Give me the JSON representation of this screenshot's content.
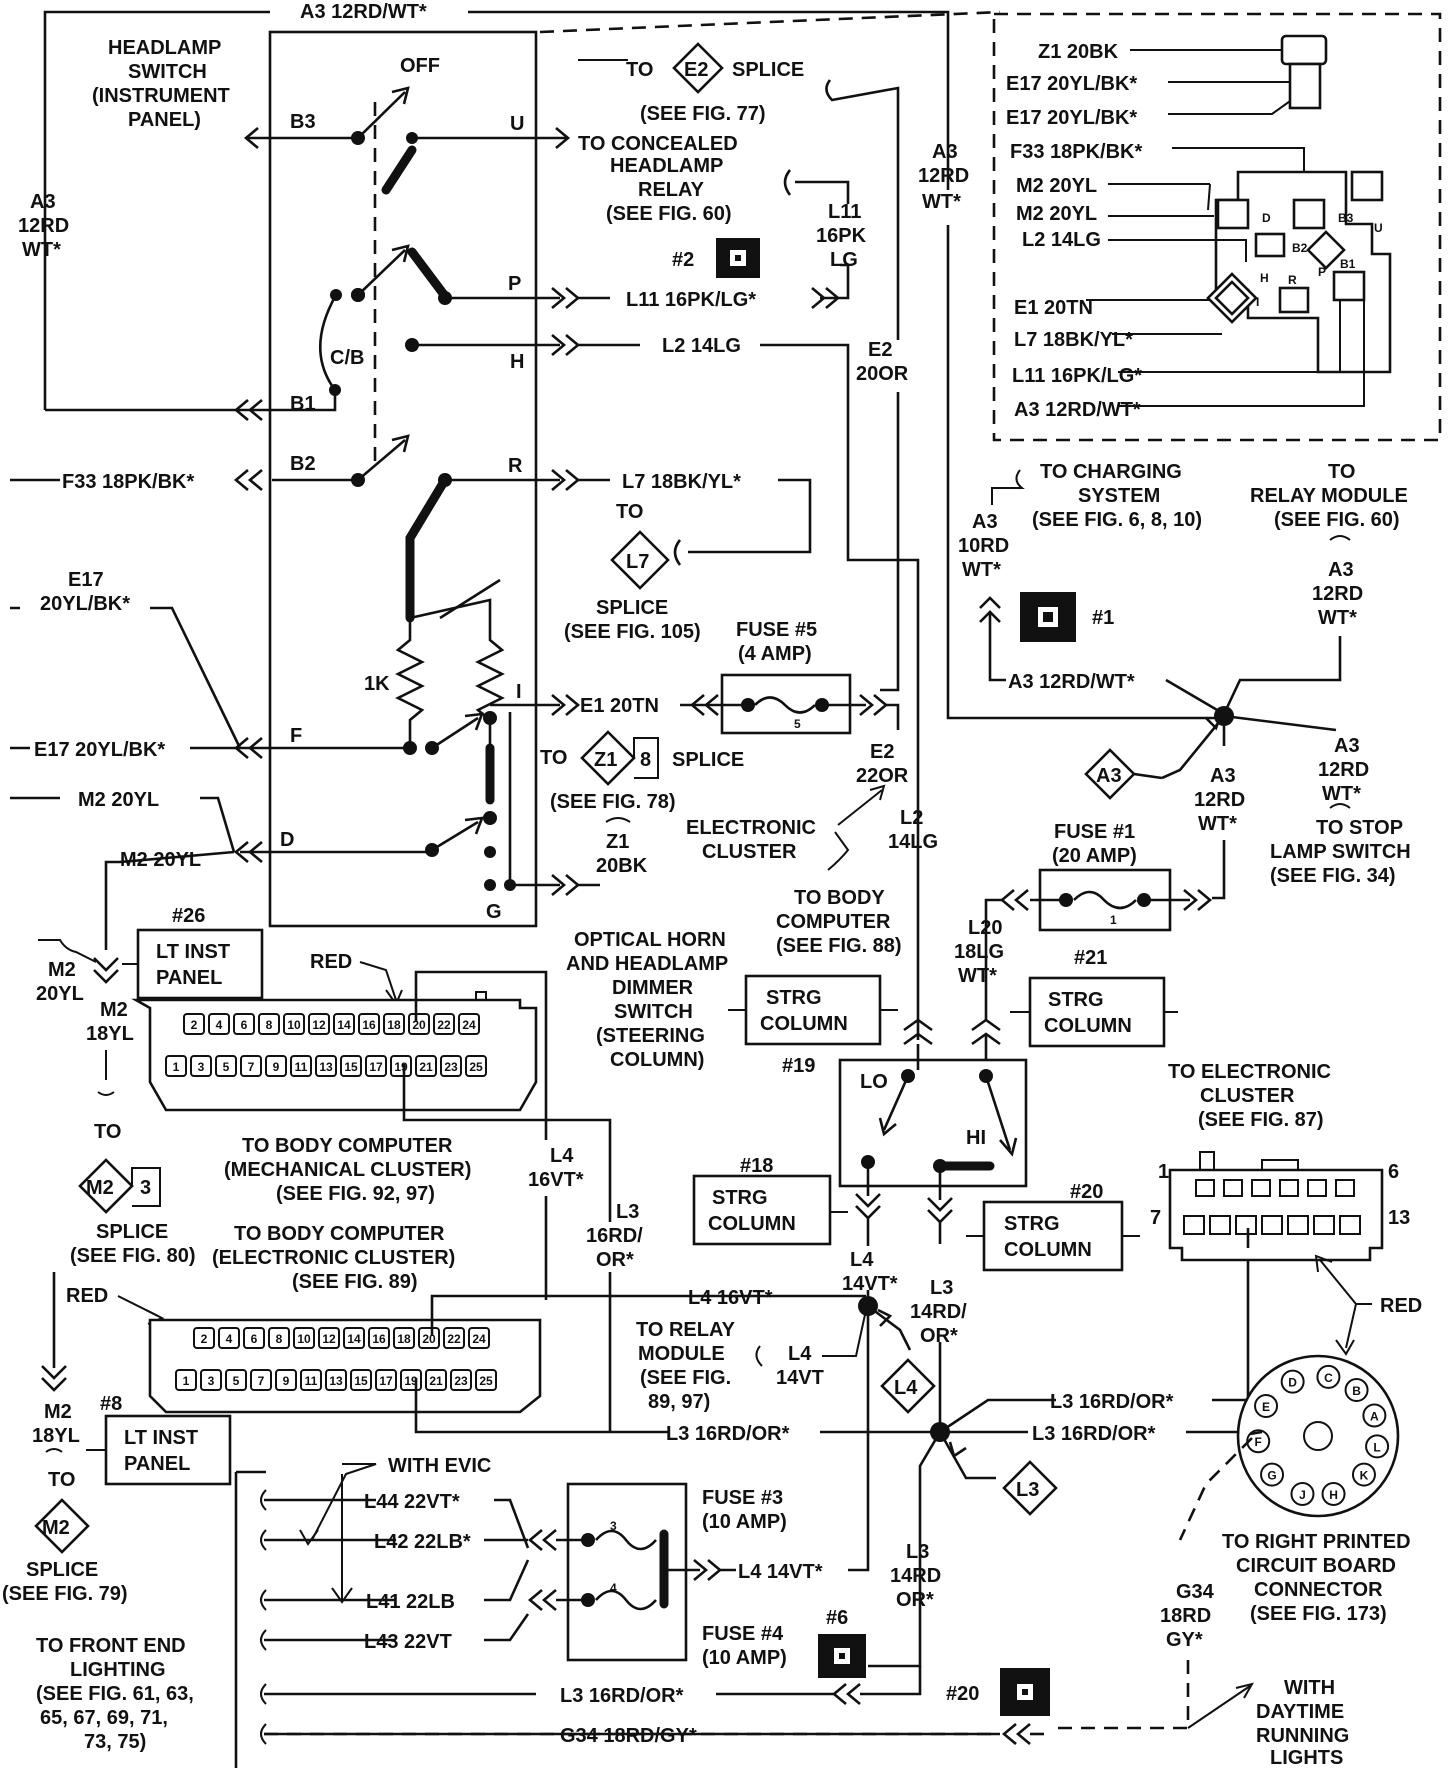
{
  "labels": {
    "a3_top": "A3 12RD/WT*",
    "headlamp_switch": [
      "HEADLAMP",
      "SWITCH",
      "(INSTRUMENT",
      "PANEL)"
    ],
    "a3_left": [
      "A3",
      "12RD",
      "WT*"
    ],
    "off": "OFF",
    "pin_b3": "B3",
    "pin_u": "U",
    "pin_p": "P",
    "pin_h": "H",
    "pin_cb": "C/B",
    "pin_b1": "B1",
    "pin_b2": "B2",
    "pin_r": "R",
    "pin_1k": "1K",
    "pin_i": "I",
    "pin_f": "F",
    "pin_d": "D",
    "pin_g": "G",
    "to_e2_to": "TO",
    "e2_diamond": "E2",
    "splice_word": "SPLICE",
    "see_fig77": "(SEE FIG. 77)",
    "to_concealed": [
      "TO CONCEALED",
      "HEADLAMP",
      "RELAY",
      "(SEE FIG. 60)"
    ],
    "conn2": "#2",
    "l11_right": [
      "L11",
      "16PK",
      "LG"
    ],
    "l11_wire": "L11 16PK/LG*",
    "l2_wire": "L2 14LG",
    "e2_20or": [
      "E2",
      "20OR"
    ],
    "a3_mid": [
      "A3",
      "12RD",
      "WT*"
    ],
    "f33_wire": "F33 18PK/BK*",
    "l7_wire": "L7 18BK/YL*",
    "to_word": "TO",
    "l7_diamond": "L7",
    "splice_fig105": [
      "SPLICE",
      "(SEE FIG. 105)"
    ],
    "e17_left": [
      "E17",
      "20YL/BK*"
    ],
    "fuse5": [
      "FUSE #5",
      "(4 AMP)"
    ],
    "fuse5_num": "5",
    "e1_wire": "E1 20TN",
    "e17_wire": "E17 20YL/BK*",
    "z1_diamond": "Z1",
    "z1_num": "8",
    "see_fig78": "(SEE FIG. 78)",
    "z1_20bk": [
      "Z1",
      "20BK"
    ],
    "e2_22or": [
      "E2",
      "22OR"
    ],
    "electronic_cluster": [
      "ELECTRONIC",
      "CLUSTER"
    ],
    "l2_14lg": [
      "L2",
      "14LG"
    ],
    "to_body_computer88": [
      "TO BODY",
      "COMPUTER",
      "(SEE FIG. 88)"
    ],
    "m2_20yl": "M2 20YL",
    "inset": {
      "z1": "Z1 20BK",
      "e17a": "E17 20YL/BK*",
      "e17b": "E17 20YL/BK*",
      "f33": "F33 18PK/BK*",
      "m2a": "M2 20YL",
      "m2b": "M2 20YL",
      "l2": "L2 14LG",
      "e1": "E1 20TN",
      "l7": "L7 18BK/YL*",
      "l11": "L11 16PK/LG*",
      "a3": "A3 12RD/WT*",
      "pins": [
        "D",
        "B3",
        "U",
        "B2",
        "P",
        "H",
        "I",
        "R",
        "B1"
      ]
    },
    "to_charging": [
      "TO CHARGING",
      "SYSTEM",
      "(SEE FIG. 6, 8, 10)"
    ],
    "a3_10rd": [
      "A3",
      "10RD",
      "WT*"
    ],
    "to_relay_module60": [
      "TO",
      "RELAY MODULE",
      "(SEE FIG. 60)"
    ],
    "a3_relay": [
      "A3",
      "12RD",
      "WT*"
    ],
    "conn1": "#1",
    "a3_12rdwt": "A3 12RD/WT*",
    "a3_diamond": "A3",
    "a3_stop": [
      "A3",
      "12RD",
      "WT*"
    ],
    "to_stop_lamp": [
      "TO STOP",
      "LAMP SWITCH",
      "(SEE FIG. 34)"
    ],
    "a3_fuse1": [
      "A3",
      "12RD",
      "WT*"
    ],
    "fuse1": [
      "FUSE #1",
      "(20 AMP)"
    ],
    "fuse1_num": "1",
    "l20": [
      "L20",
      "18LG",
      "WT*"
    ],
    "conn21": "#21",
    "strg_column": [
      "STRG",
      "COLUMN"
    ],
    "optical_horn": [
      "OPTICAL HORN",
      "AND HEADLAMP",
      "DIMMER",
      "SWITCH",
      "(STEERING",
      "COLUMN)"
    ],
    "conn19": "#19",
    "lo": "LO",
    "hi": "HI",
    "conn18": "#18",
    "conn20": "#20",
    "l4_14vt": [
      "L4",
      "14VT*"
    ],
    "l3_14rd": [
      "L3",
      "14RD/",
      "OR*"
    ],
    "conn26": "#26",
    "lt_inst_panel": [
      "LT INST",
      "PANEL"
    ],
    "red": "RED",
    "m2_20yl_v": [
      "M2",
      "20YL"
    ],
    "m2_18yl": [
      "M2",
      "18YL"
    ],
    "to_m2_to": "TO",
    "m2_diamond": "M2",
    "m2_num": "3",
    "splice_fig80": [
      "SPLICE",
      "(SEE FIG. 80)"
    ],
    "to_body_mech": [
      "TO BODY COMPUTER",
      "(MECHANICAL CLUSTER)",
      "(SEE FIG. 92, 97)"
    ],
    "to_body_elec": [
      "TO BODY COMPUTER",
      "(ELECTRONIC CLUSTER)",
      "(SEE FIG. 89)"
    ],
    "l4_16vt_v": [
      "L4",
      "16VT*"
    ],
    "l3_16rd_v": [
      "L3",
      "16RD/",
      "OR*"
    ],
    "l4_16vt": "L4 16VT*",
    "to_relay_module89": [
      "TO RELAY",
      "MODULE",
      "(SEE FIG.",
      "89, 97)"
    ],
    "l4_14vt_b": [
      "L4",
      "14VT"
    ],
    "l4_diamond": "L4",
    "l3_16rdor": "L3 16RD/OR*",
    "l3_diamond": "L3",
    "to_electronic_cluster": [
      "TO ELECTRONIC",
      "CLUSTER",
      "(SEE FIG. 87)"
    ],
    "ec_pins": [
      "1",
      "6",
      "7",
      "13"
    ],
    "to_right_pcb": [
      "TO RIGHT PRINTED",
      "CIRCUIT BOARD",
      "CONNECTOR",
      "(SEE FIG. 173)"
    ],
    "pcb_pins": [
      "C",
      "B",
      "D",
      "A",
      "E",
      "L",
      "F",
      "K",
      "G",
      "H",
      "J"
    ],
    "g34_v": [
      "G34",
      "18RD",
      "GY*"
    ],
    "conn8": "#8",
    "to_m2b_to": "TO",
    "m2b_diamond": "M2",
    "splice_fig79": [
      "SPLICE",
      "(SEE FIG. 79)"
    ],
    "to_front_end": [
      "TO FRONT END",
      "LIGHTING",
      "(SEE FIG. 61, 63,",
      "65, 67, 69, 71,",
      "73, 75)"
    ],
    "with_evic": "WITH EVIC",
    "l44": "L44 22VT*",
    "l42": "L42 22LB*",
    "l41": "L41 22LB",
    "l43": "L43 22VT",
    "fuse3": [
      "FUSE #3",
      "(10 AMP)"
    ],
    "fuse3_num": "3",
    "fuse4_num": "4",
    "l4_14vt_wire": "L4 14VT*",
    "fuse4": [
      "FUSE #4",
      "(10 AMP)"
    ],
    "conn6": "#6",
    "l3_14rd_or": [
      "L3",
      "14RD",
      "OR*"
    ],
    "l3_bottom": "L3 16RD/OR*",
    "g34_bottom": "G34 18RD/GY*",
    "conn20b": "#20",
    "with_drl": [
      "WITH",
      "DAYTIME",
      "RUNNING",
      "LIGHTS"
    ]
  },
  "connector_top_row": [
    "2",
    "4",
    "6",
    "8",
    "10",
    "12",
    "14",
    "16",
    "18",
    "20",
    "22",
    "24"
  ],
  "connector_bottom_row": [
    "1",
    "3",
    "5",
    "7",
    "9",
    "11",
    "13",
    "15",
    "17",
    "19",
    "21",
    "23",
    "25"
  ]
}
